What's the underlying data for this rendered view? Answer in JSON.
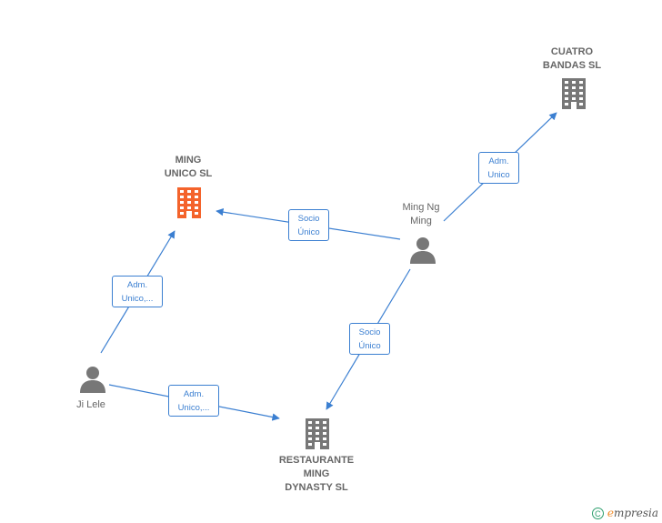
{
  "nodes": [
    {
      "id": "cuatro",
      "label": "CUATRO\nBANDAS  SL",
      "type": "company",
      "color": "#777777"
    },
    {
      "id": "ming_unico",
      "label": "MING\nUNICO  SL",
      "type": "company",
      "color": "#f4632b"
    },
    {
      "id": "ming_ng",
      "label": "Ming Ng\nMing",
      "type": "person",
      "color": "#777777"
    },
    {
      "id": "ji_lele",
      "label": "Ji Lele",
      "type": "person",
      "color": "#777777"
    },
    {
      "id": "restaurante",
      "label": "RESTAURANTE\nMING\nDYNASTY  SL",
      "type": "company",
      "color": "#777777"
    }
  ],
  "edges": [
    {
      "from": "ming_ng",
      "to": "cuatro",
      "label": "Adm.\nUnico"
    },
    {
      "from": "ming_ng",
      "to": "ming_unico",
      "label": "Socio\nÚnico"
    },
    {
      "from": "ming_ng",
      "to": "restaurante",
      "label": "Socio\nÚnico"
    },
    {
      "from": "ji_lele",
      "to": "ming_unico",
      "label": "Adm.\nUnico,..."
    },
    {
      "from": "ji_lele",
      "to": "restaurante",
      "label": "Adm.\nUnico,..."
    }
  ],
  "footer": {
    "copyright_symbol": "C",
    "brand_first": "e",
    "brand_rest": "mpresia"
  },
  "colors": {
    "edge": "#3b7fd1",
    "accent": "#f4632b",
    "neutral": "#777777"
  }
}
